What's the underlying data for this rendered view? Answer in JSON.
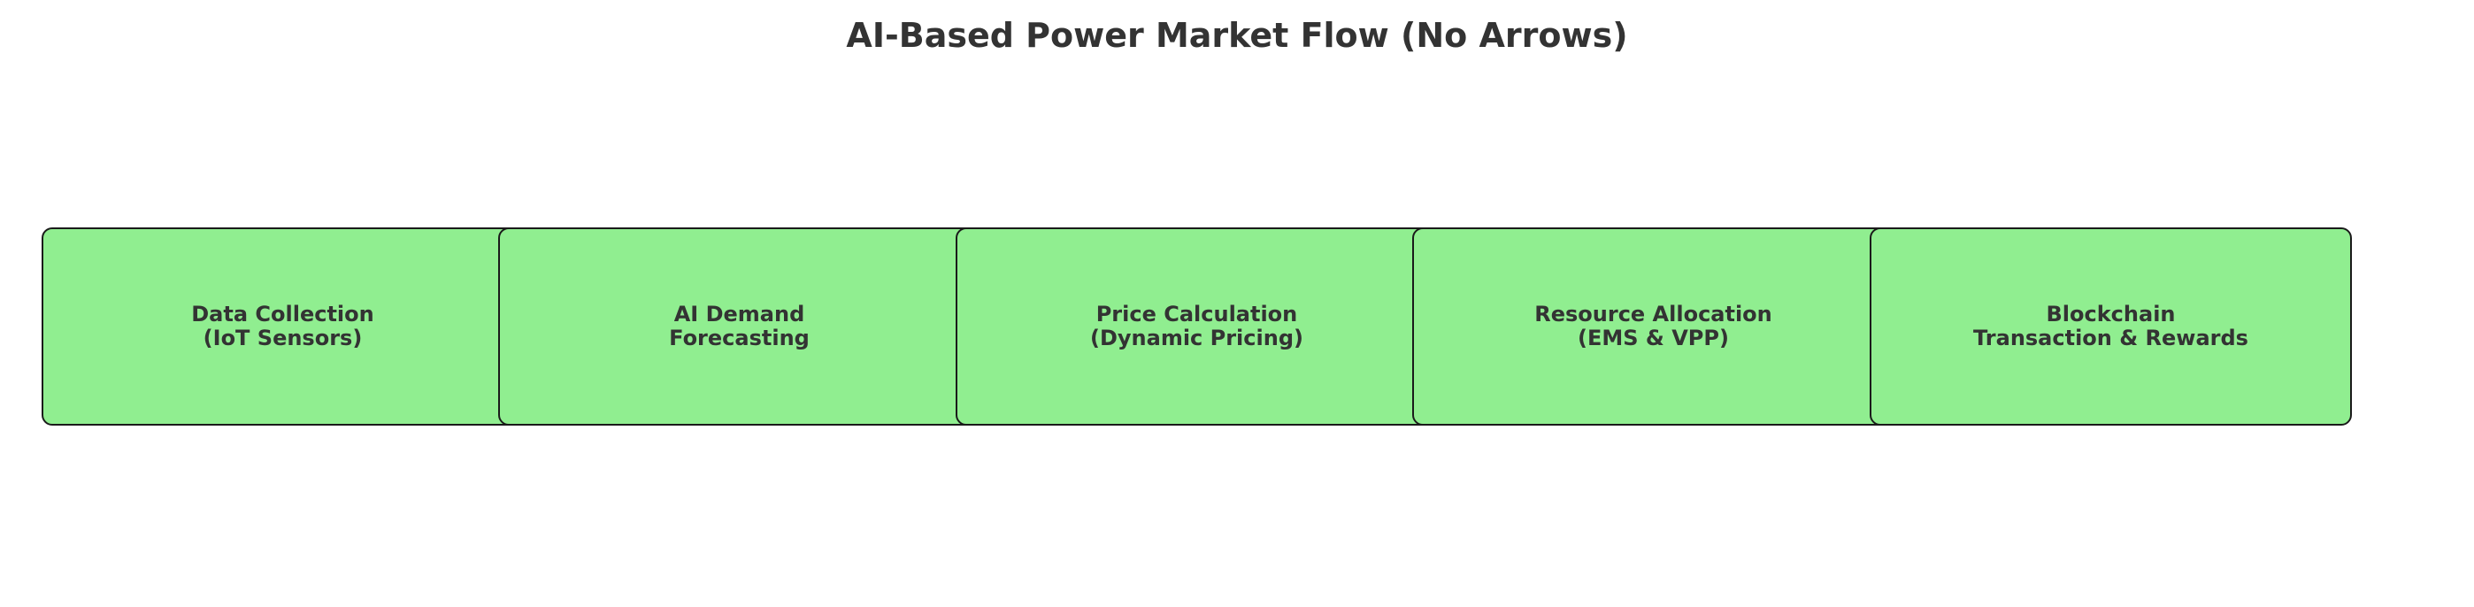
{
  "title": "AI-Based Power Market Flow (No Arrows)",
  "colors": {
    "box_fill": "#90ee90",
    "box_border": "#1a1a1a",
    "text": "#333333"
  },
  "steps": [
    {
      "line1": "Data Collection",
      "line2": "(IoT Sensors)"
    },
    {
      "line1": "AI Demand",
      "line2": "Forecasting"
    },
    {
      "line1": "Price Calculation",
      "line2": "(Dynamic Pricing)"
    },
    {
      "line1": "Resource Allocation",
      "line2": "(EMS & VPP)"
    },
    {
      "line1": "Blockchain",
      "line2": "Transaction & Rewards"
    }
  ]
}
